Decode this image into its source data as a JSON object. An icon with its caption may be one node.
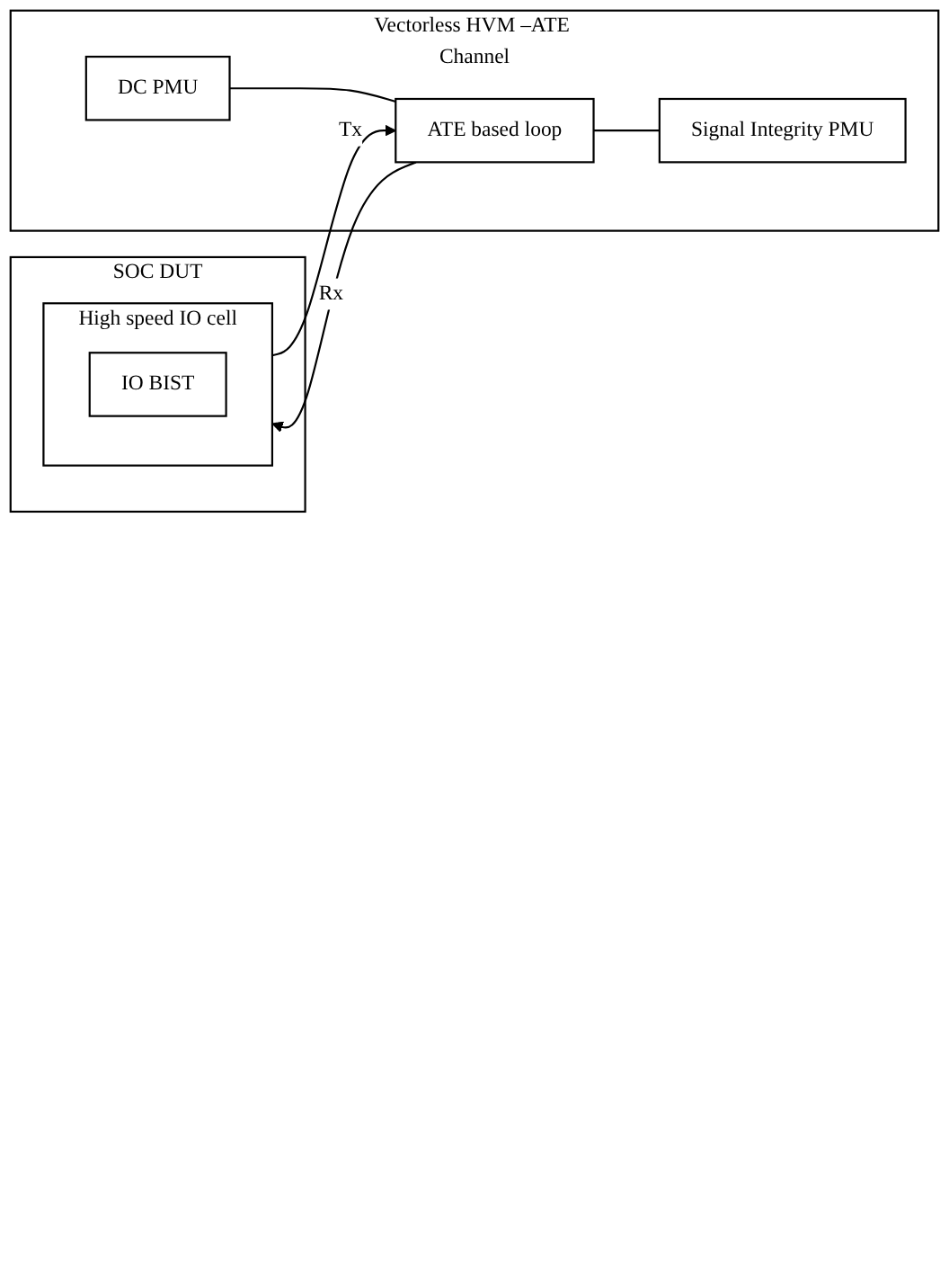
{
  "diagram": {
    "nodes": [
      {
        "text": [
          "SOC DUT"
        ]
      },
      {
        "text": [
          "High speed IO cell"
        ],
        "in": 0
      },
      {
        "text": [
          "IO BIST"
        ],
        "in": 1
      },
      {
        "text": [
          "Vectorless HVM –ATE Channel"
        ]
      },
      {
        "text": [
          "DC PMU"
        ],
        "in": 3
      },
      {
        "text": [
          "ATE based loop"
        ],
        "in": 3
      },
      {
        "text": [
          "Signal Integrity PMU"
        ],
        "in": 3
      }
    ],
    "edges": [
      {
        "from": 1,
        "to": 5,
        "label": "Tx",
        "arrow": "to"
      },
      {
        "from": 5,
        "to": 1,
        "label": "Rx",
        "arrow": "to"
      },
      {
        "from": 4,
        "to": 5,
        "arrow": "none"
      },
      {
        "from": 5,
        "to": 6,
        "arrow": "none"
      }
    ]
  }
}
